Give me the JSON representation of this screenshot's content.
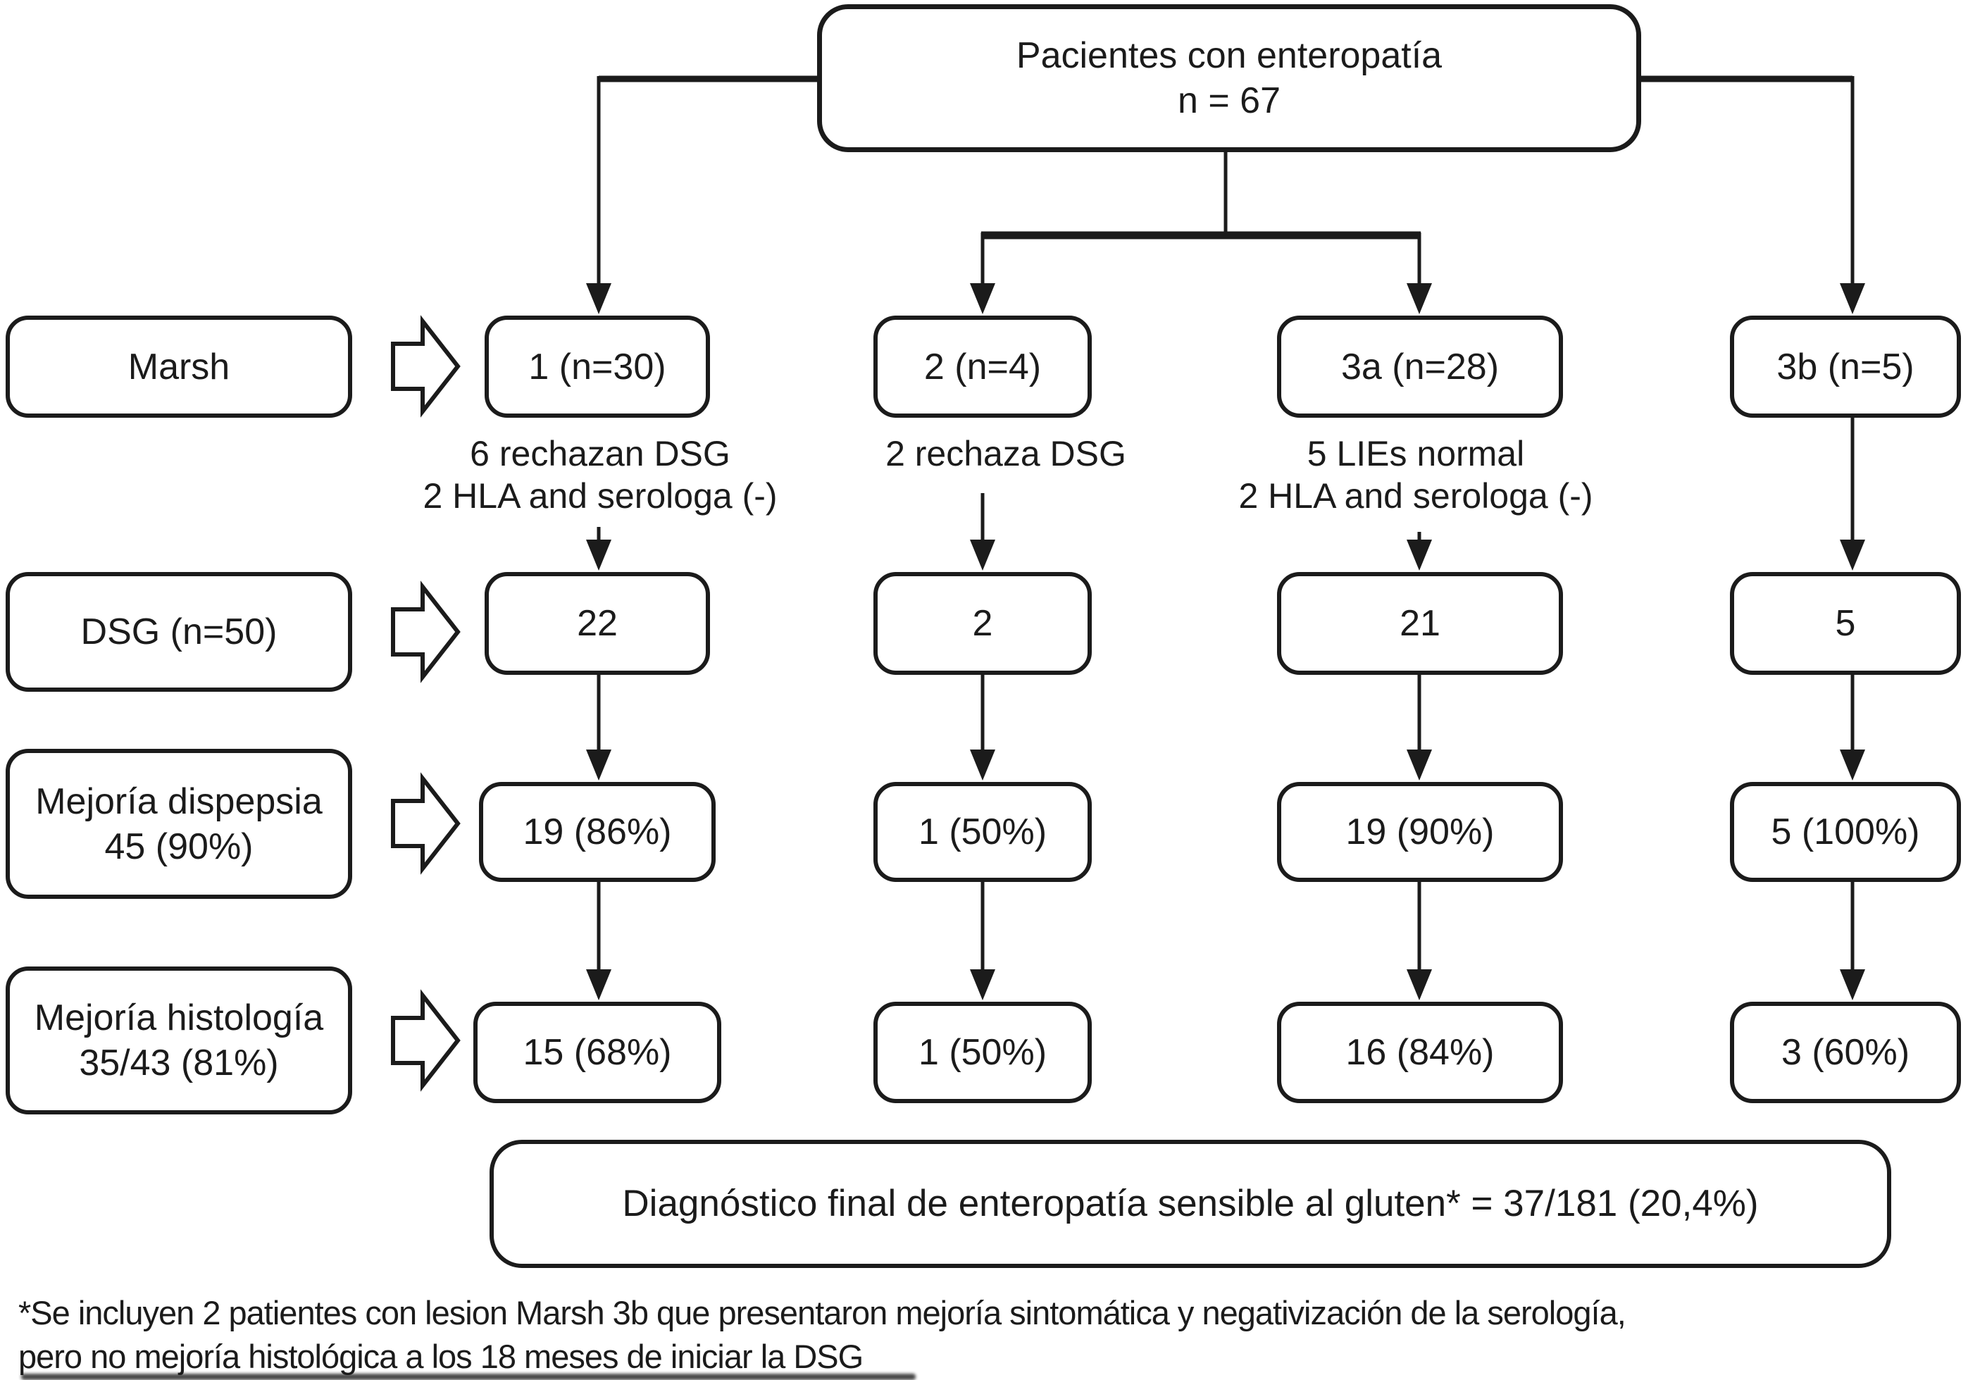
{
  "root": {
    "title": "Pacientes con enteropatía",
    "n": "n = 67"
  },
  "row_labels": [
    {
      "line1": "Marsh",
      "line2": ""
    },
    {
      "line1": "DSG (n=50)",
      "line2": ""
    },
    {
      "line1": "Mejoría dispepsia",
      "line2": "45 (90%)"
    },
    {
      "line1": "Mejoría histología",
      "line2": "35/43 (81%)"
    }
  ],
  "columns": [
    {
      "marsh": "1 (n=30)",
      "note1": "6 rechazan DSG",
      "note2": "2 HLA and serologa (-)",
      "dsg": "22",
      "dispepsia": "19 (86%)",
      "histologia": "15 (68%)"
    },
    {
      "marsh": "2 (n=4)",
      "note1": "2 rechaza DSG",
      "note2": "",
      "dsg": "2",
      "dispepsia": "1 (50%)",
      "histologia": "1 (50%)"
    },
    {
      "marsh": "3a (n=28)",
      "note1": "5 LIEs normal",
      "note2": "2 HLA and serologa (-)",
      "dsg": "21",
      "dispepsia": "19 (90%)",
      "histologia": "16 (84%)"
    },
    {
      "marsh": "3b (n=5)",
      "note1": "",
      "note2": "",
      "dsg": "5",
      "dispepsia": "5 (100%)",
      "histologia": "3 (60%)"
    }
  ],
  "final": {
    "label": "Diagnóstico final de enteropatía sensible al gluten* = 37/181 (20,4%)"
  },
  "footnote": {
    "line1": "*Se incluyen 2 patientes con lesion Marsh 3b que presentaron mejoría sintomática y negativización de la serología,",
    "line2": "pero no mejoría histológica a los 18 meses de iniciar la DSG"
  },
  "colors": {
    "ink": "#1b1b1b",
    "background": "#ffffff"
  }
}
